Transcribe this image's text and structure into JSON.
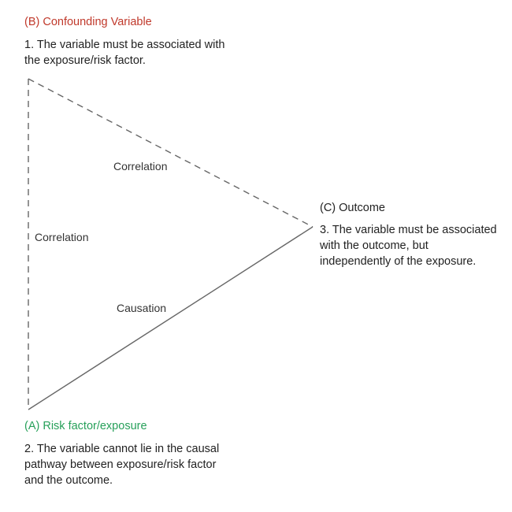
{
  "colors": {
    "confounder": "#c0392b",
    "exposure": "#27a05a",
    "outcome": "#222222",
    "line": "#666666"
  },
  "nodes": {
    "confounder": {
      "title": "(B) Confounding Variable",
      "desc": [
        "1. The variable must be associated with",
        "the exposure/risk factor."
      ]
    },
    "outcome": {
      "title": "(C) Outcome",
      "desc": [
        "3. The variable must be associated",
        "with the outcome, but",
        "independently of the exposure."
      ]
    },
    "exposure": {
      "title": "(A) Risk factor/exposure",
      "desc": [
        "2. The variable cannot lie in the causal",
        "pathway between exposure/risk factor",
        "and the outcome."
      ]
    }
  },
  "edges": {
    "confounder_outcome": {
      "label": "Correlation",
      "style": "dashed"
    },
    "confounder_exposure": {
      "label": "Correlation",
      "style": "dashed"
    },
    "exposure_outcome": {
      "label": "Causation",
      "style": "solid"
    }
  }
}
